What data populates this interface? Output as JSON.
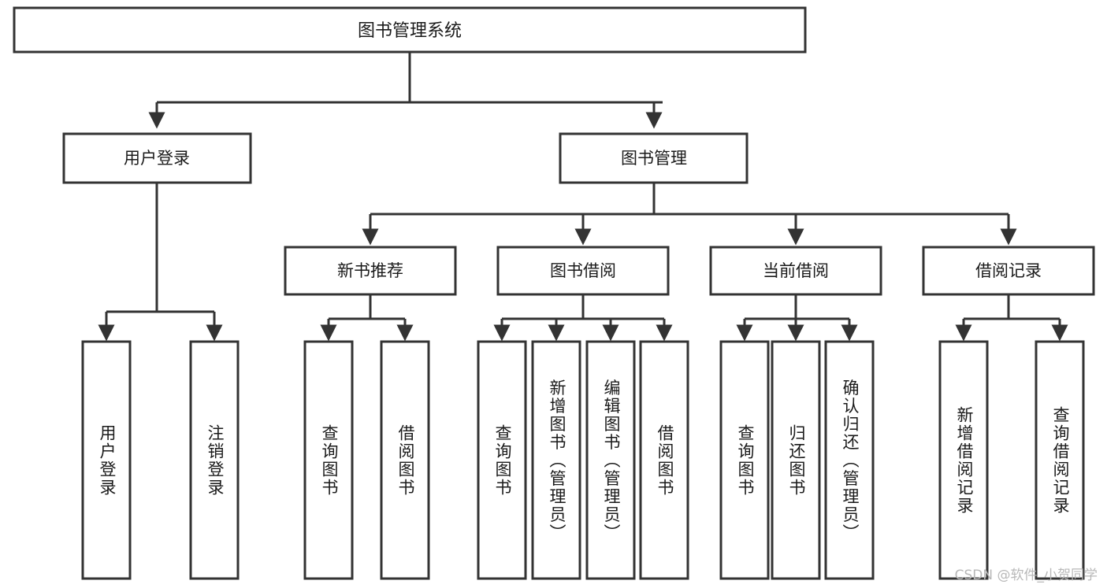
{
  "diagram": {
    "title": "图书管理系统",
    "type": "hierarchy-tree",
    "colors": {
      "box_stroke": "#333333",
      "box_fill": "#ffffff",
      "text": "#1a1a1a",
      "watermark": "#b8b8b8"
    },
    "root": {
      "label": "图书管理系统"
    },
    "level2": [
      {
        "label": "用户登录"
      },
      {
        "label": "图书管理"
      }
    ],
    "level3": [
      {
        "label": "新书推荐"
      },
      {
        "label": "图书借阅"
      },
      {
        "label": "当前借阅"
      },
      {
        "label": "借阅记录"
      }
    ],
    "leaves_user_login": [
      {
        "label": "用户登录"
      },
      {
        "label": "注销登录"
      }
    ],
    "leaves_new_books": [
      {
        "label": "查询图书"
      },
      {
        "label": "借阅图书"
      }
    ],
    "leaves_borrow": [
      {
        "label": "查询图书"
      },
      {
        "label": "新增图书（管理员）"
      },
      {
        "label": "编辑图书（管理员）"
      },
      {
        "label": "借阅图书"
      }
    ],
    "leaves_current": [
      {
        "label": "查询图书"
      },
      {
        "label": "归还图书"
      },
      {
        "label": "确认归还（管理员）"
      }
    ],
    "leaves_records": [
      {
        "label": "新增借阅记录"
      },
      {
        "label": "查询借阅记录"
      }
    ]
  },
  "watermark": {
    "text": "CSDN @软件_小贺同学"
  }
}
